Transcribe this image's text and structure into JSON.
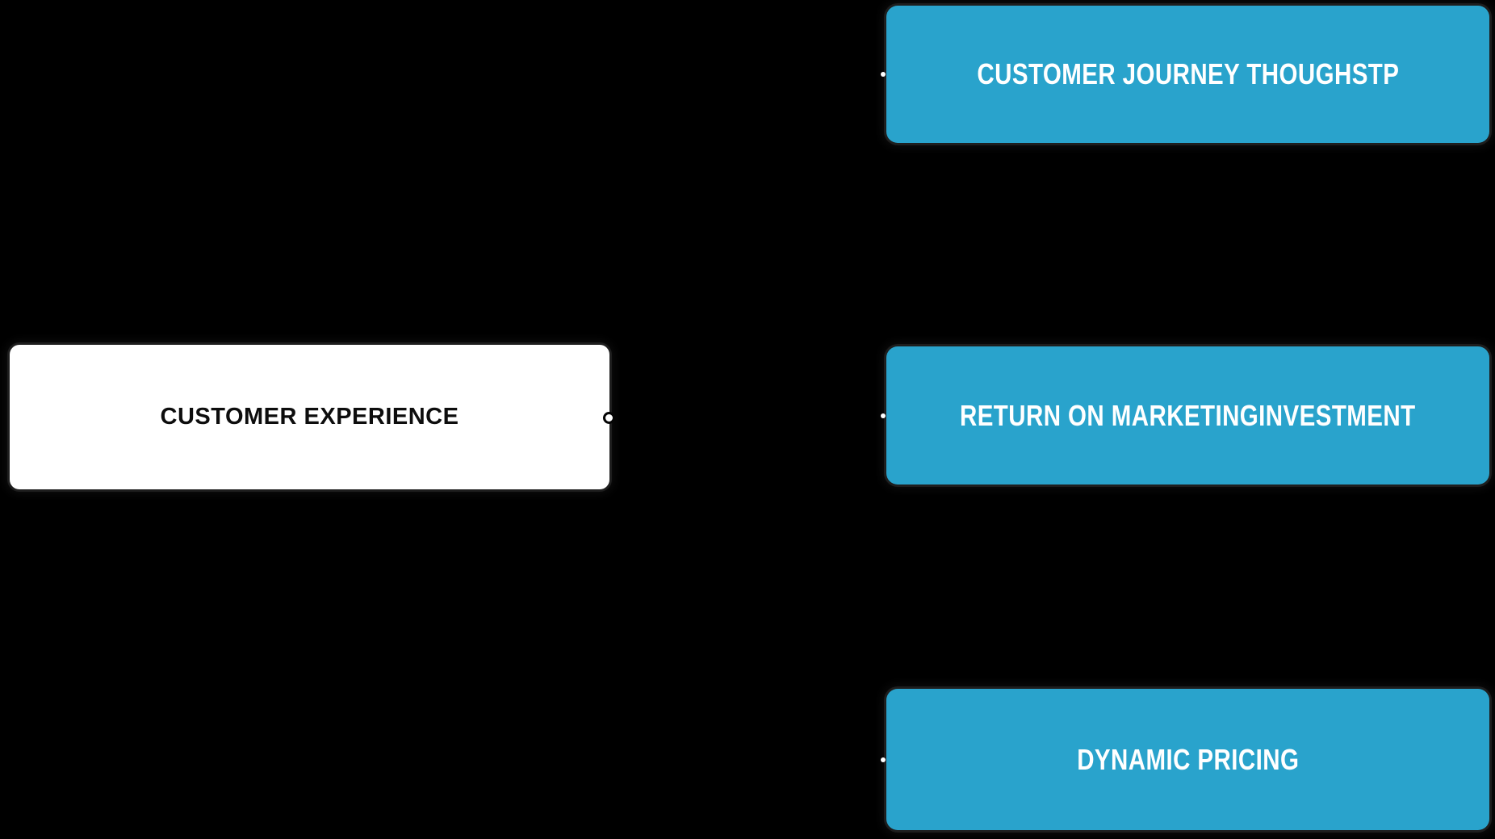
{
  "theme": {
    "background": "#000000",
    "node_blue": "#29A3CC",
    "node_white": "#FFFFFF",
    "text_on_blue": "#FFFFFF",
    "text_on_white": "#0D0D0D"
  },
  "mindmap": {
    "root": {
      "label": "CUSTOMER EXPERIENCE"
    },
    "branches": [
      {
        "label": "CUSTOMER JOURNEY THOUGHSTP"
      },
      {
        "label": "RETURN ON MARKETINGINVESTMENT"
      },
      {
        "label": "DYNAMIC PRICING"
      }
    ]
  }
}
